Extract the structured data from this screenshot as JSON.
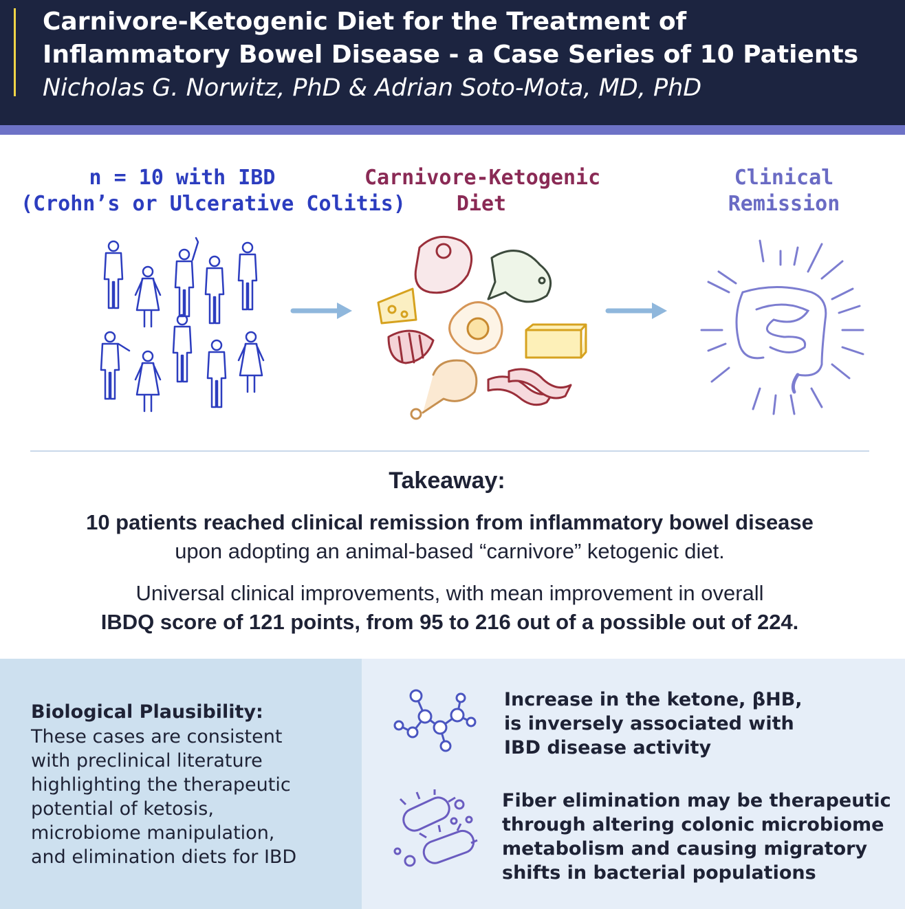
{
  "header": {
    "title_line1": "Carnivore-Ketogenic Diet for the Treatment of",
    "title_line2": "Inflammatory Bowel Disease - a Case Series of 10 Patients",
    "authors": "Nicholas G. Norwitz, PhD & Adrian Soto-Mota, MD, PhD"
  },
  "flow": {
    "patients_line1": "n = 10 with IBD",
    "patients_line2": "(Crohn’s or Ulcerative Colitis)",
    "diet_line1": "Carnivore-Ketogenic",
    "diet_line2": "Diet",
    "outcome_line1": "Clinical",
    "outcome_line2": "Remission"
  },
  "takeaway": {
    "title": "Takeaway:",
    "line1": "10 patients reached clinical remission from inflammatory bowel disease",
    "line2": "upon adopting an animal-based “carnivore” ketogenic diet.",
    "line3": "Universal clinical improvements, with mean improvement in overall",
    "line4": "IBDQ score of 121 points, from 95 to 216 out of a possible out of 224."
  },
  "biological": {
    "title": "Biological Plausibility:",
    "lines": [
      "These cases are consistent",
      "with preclinical literature",
      "highlighting the therapeutic",
      "potential of ketosis,",
      "microbiome manipulation,",
      "and elimination diets for IBD"
    ]
  },
  "facts": [
    {
      "icon": "molecule-icon",
      "lines": [
        "Increase in the ketone, βHB,",
        "is inversely associated with",
        "IBD disease activity"
      ]
    },
    {
      "icon": "bacteria-icon",
      "lines": [
        "Fiber elimination may be therapeutic",
        "through altering colonic microbiome",
        "metabolism and causing migratory",
        "shifts in bacterial populations"
      ]
    }
  ],
  "colors": {
    "header_bg": "#1c2440",
    "accent_band": "#6d72c6",
    "patients_blue": "#2c3dbf",
    "diet_maroon": "#8a2a55",
    "remission_purple": "#6a6bc4",
    "arrow_blue": "#8fb7dc",
    "panel_left": "#cde0ef",
    "panel_right": "#e6eef8"
  }
}
